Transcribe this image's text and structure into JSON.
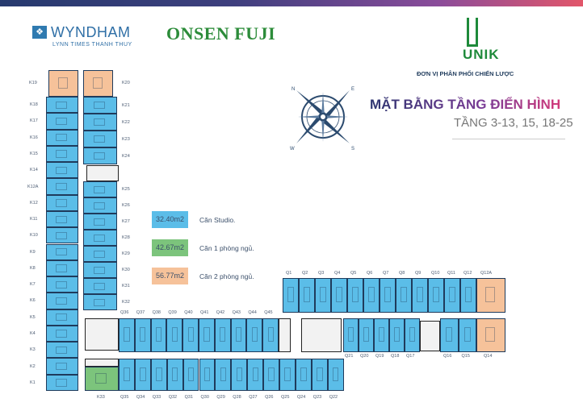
{
  "header": {
    "brand1_name": "WYNDHAM",
    "brand1_sub": "LYNN TIMES THANH THUY",
    "brand2_name": "ONSEN FUJI",
    "brand3_name": "UNIK",
    "brand3_sub": "ĐƠN VỊ PHÂN PHỐI CHIẾN LƯỢC",
    "title": "MẶT BẰNG TẦNG ĐIỂN HÌNH",
    "subtitle": "TẦNG  3-13, 15, 18-25"
  },
  "compass": {
    "n": "N",
    "e": "E",
    "s": "S",
    "w": "W"
  },
  "colors": {
    "studio": "#5bbde8",
    "one_bed": "#7cc47c",
    "two_bed": "#f6c29a",
    "line": "#1f3b5c"
  },
  "legend": [
    {
      "area": "32.40m2",
      "label": "Căn Studio.",
      "type": "studio"
    },
    {
      "area": "42.67m2",
      "label": "Căn 1 phòng ngủ.",
      "type": "one_bed"
    },
    {
      "area": "56.77m2",
      "label": "Căn 2 phòng ngủ.",
      "type": "two_bed"
    }
  ],
  "plan": {
    "left_column": [
      "K19",
      "K18",
      "K17",
      "K16",
      "K15",
      "K14",
      "K12A",
      "K12",
      "K11",
      "K10",
      "K9",
      "K8",
      "K7",
      "K6",
      "K5",
      "K4",
      "K3",
      "K2",
      "K1"
    ],
    "right_column_top": [
      "K20",
      "K21",
      "K22",
      "K23",
      "K24"
    ],
    "right_column_bottom": [
      "K25",
      "K26",
      "K27",
      "K28",
      "K29",
      "K30",
      "K31",
      "K32"
    ],
    "one_bed_unit": "K33",
    "mid_upper": [
      "Q36",
      "Q37",
      "Q38",
      "Q39",
      "Q40",
      "Q41",
      "Q42",
      "Q43",
      "Q44",
      "Q45"
    ],
    "mid_lower": [
      "Q35",
      "Q34",
      "Q33",
      "Q32",
      "Q31",
      "Q30",
      "Q29",
      "Q28",
      "Q27",
      "Q26",
      "Q25",
      "Q24",
      "Q23",
      "Q22"
    ],
    "east_upper": [
      "Q1",
      "Q2",
      "Q3",
      "Q4",
      "Q5",
      "Q6",
      "Q7",
      "Q8",
      "Q9",
      "Q10",
      "Q11",
      "Q12"
    ],
    "east_upper_end": "Q12A",
    "east_lower_a": [
      "Q21",
      "Q20",
      "Q19",
      "Q18",
      "Q17"
    ],
    "east_lower_b": [
      "Q16",
      "Q15"
    ],
    "east_lower_end": "Q14"
  }
}
